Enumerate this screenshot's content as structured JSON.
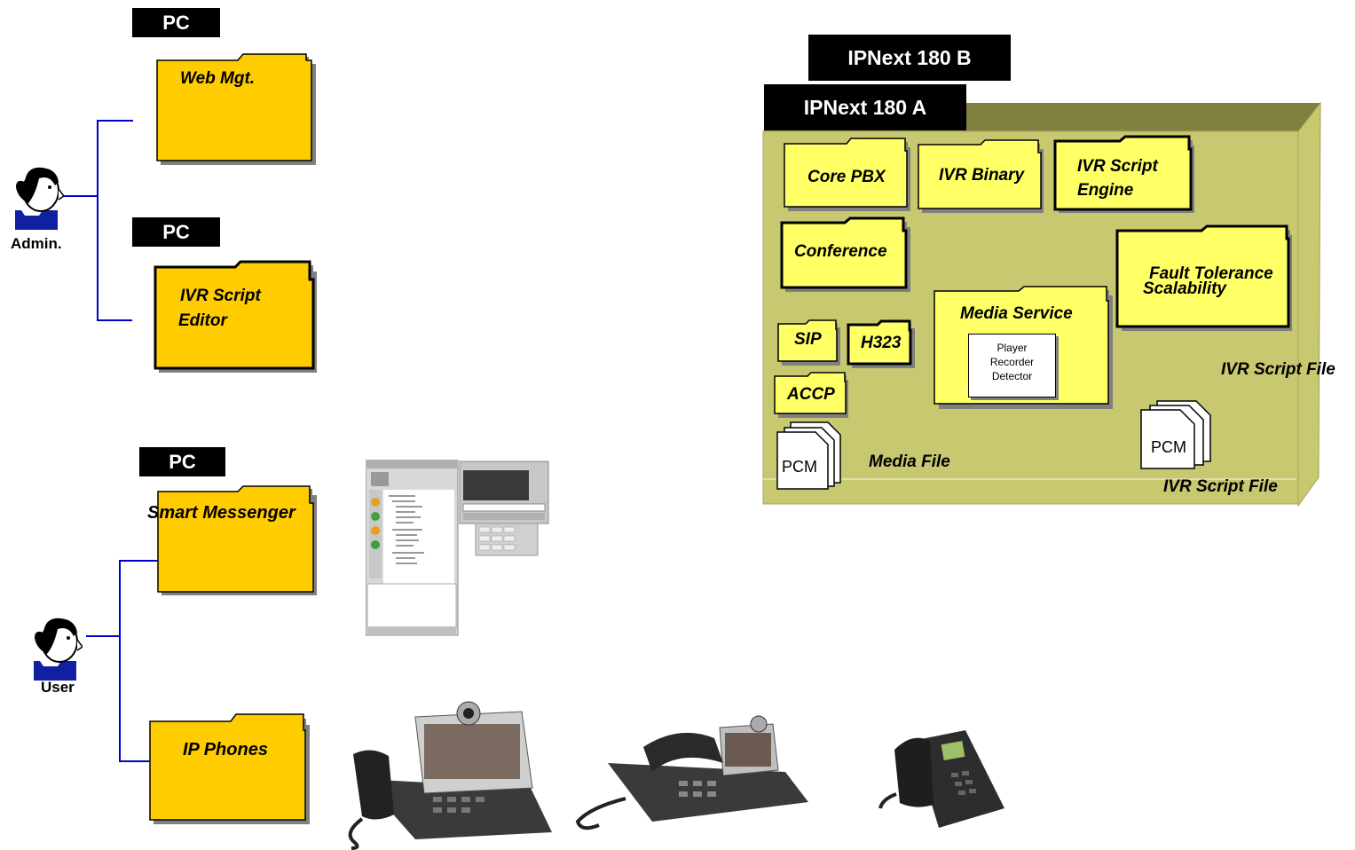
{
  "left": {
    "admin": {
      "label": "Admin.",
      "pc_label_1": "PC",
      "pc_label_2": "PC",
      "web_mgt": "Web Mgt.",
      "ivr_editor_line1": "IVR Script",
      "ivr_editor_line2": "Editor"
    },
    "user": {
      "label": "User",
      "pc_label": "PC",
      "smart_messenger": "Smart Messenger",
      "ip_phones": "IP Phones"
    }
  },
  "server": {
    "title_b": "IPNext 180  B",
    "title_a": "IPNext 180  A",
    "modules": {
      "core_pbx": "Core PBX",
      "ivr_binary": "IVR Binary",
      "ivr_engine_line1": "IVR Script",
      "ivr_engine_line2": "Engine",
      "conference": "Conference",
      "fault_line1": "Fault Tolerance",
      "fault_line2": "Scalability",
      "sip": "SIP",
      "h323": "H323",
      "accp": "ACCP",
      "media_service": "Media Service",
      "media_sub_1": "Player",
      "media_sub_2": "Recorder",
      "media_sub_3": "Detector"
    },
    "files": {
      "pcm_left": "PCM",
      "pcm_right": "PCM",
      "media_file": "Media File",
      "ivr_script_file_top": "IVR Script File",
      "ivr_script_file_bottom": "IVR Script File"
    }
  },
  "colors": {
    "folder_orange": "#FFCC00",
    "folder_yellow": "#FFFF66",
    "box_olive": "#C8C870",
    "connector_blue": "#0000CC"
  }
}
